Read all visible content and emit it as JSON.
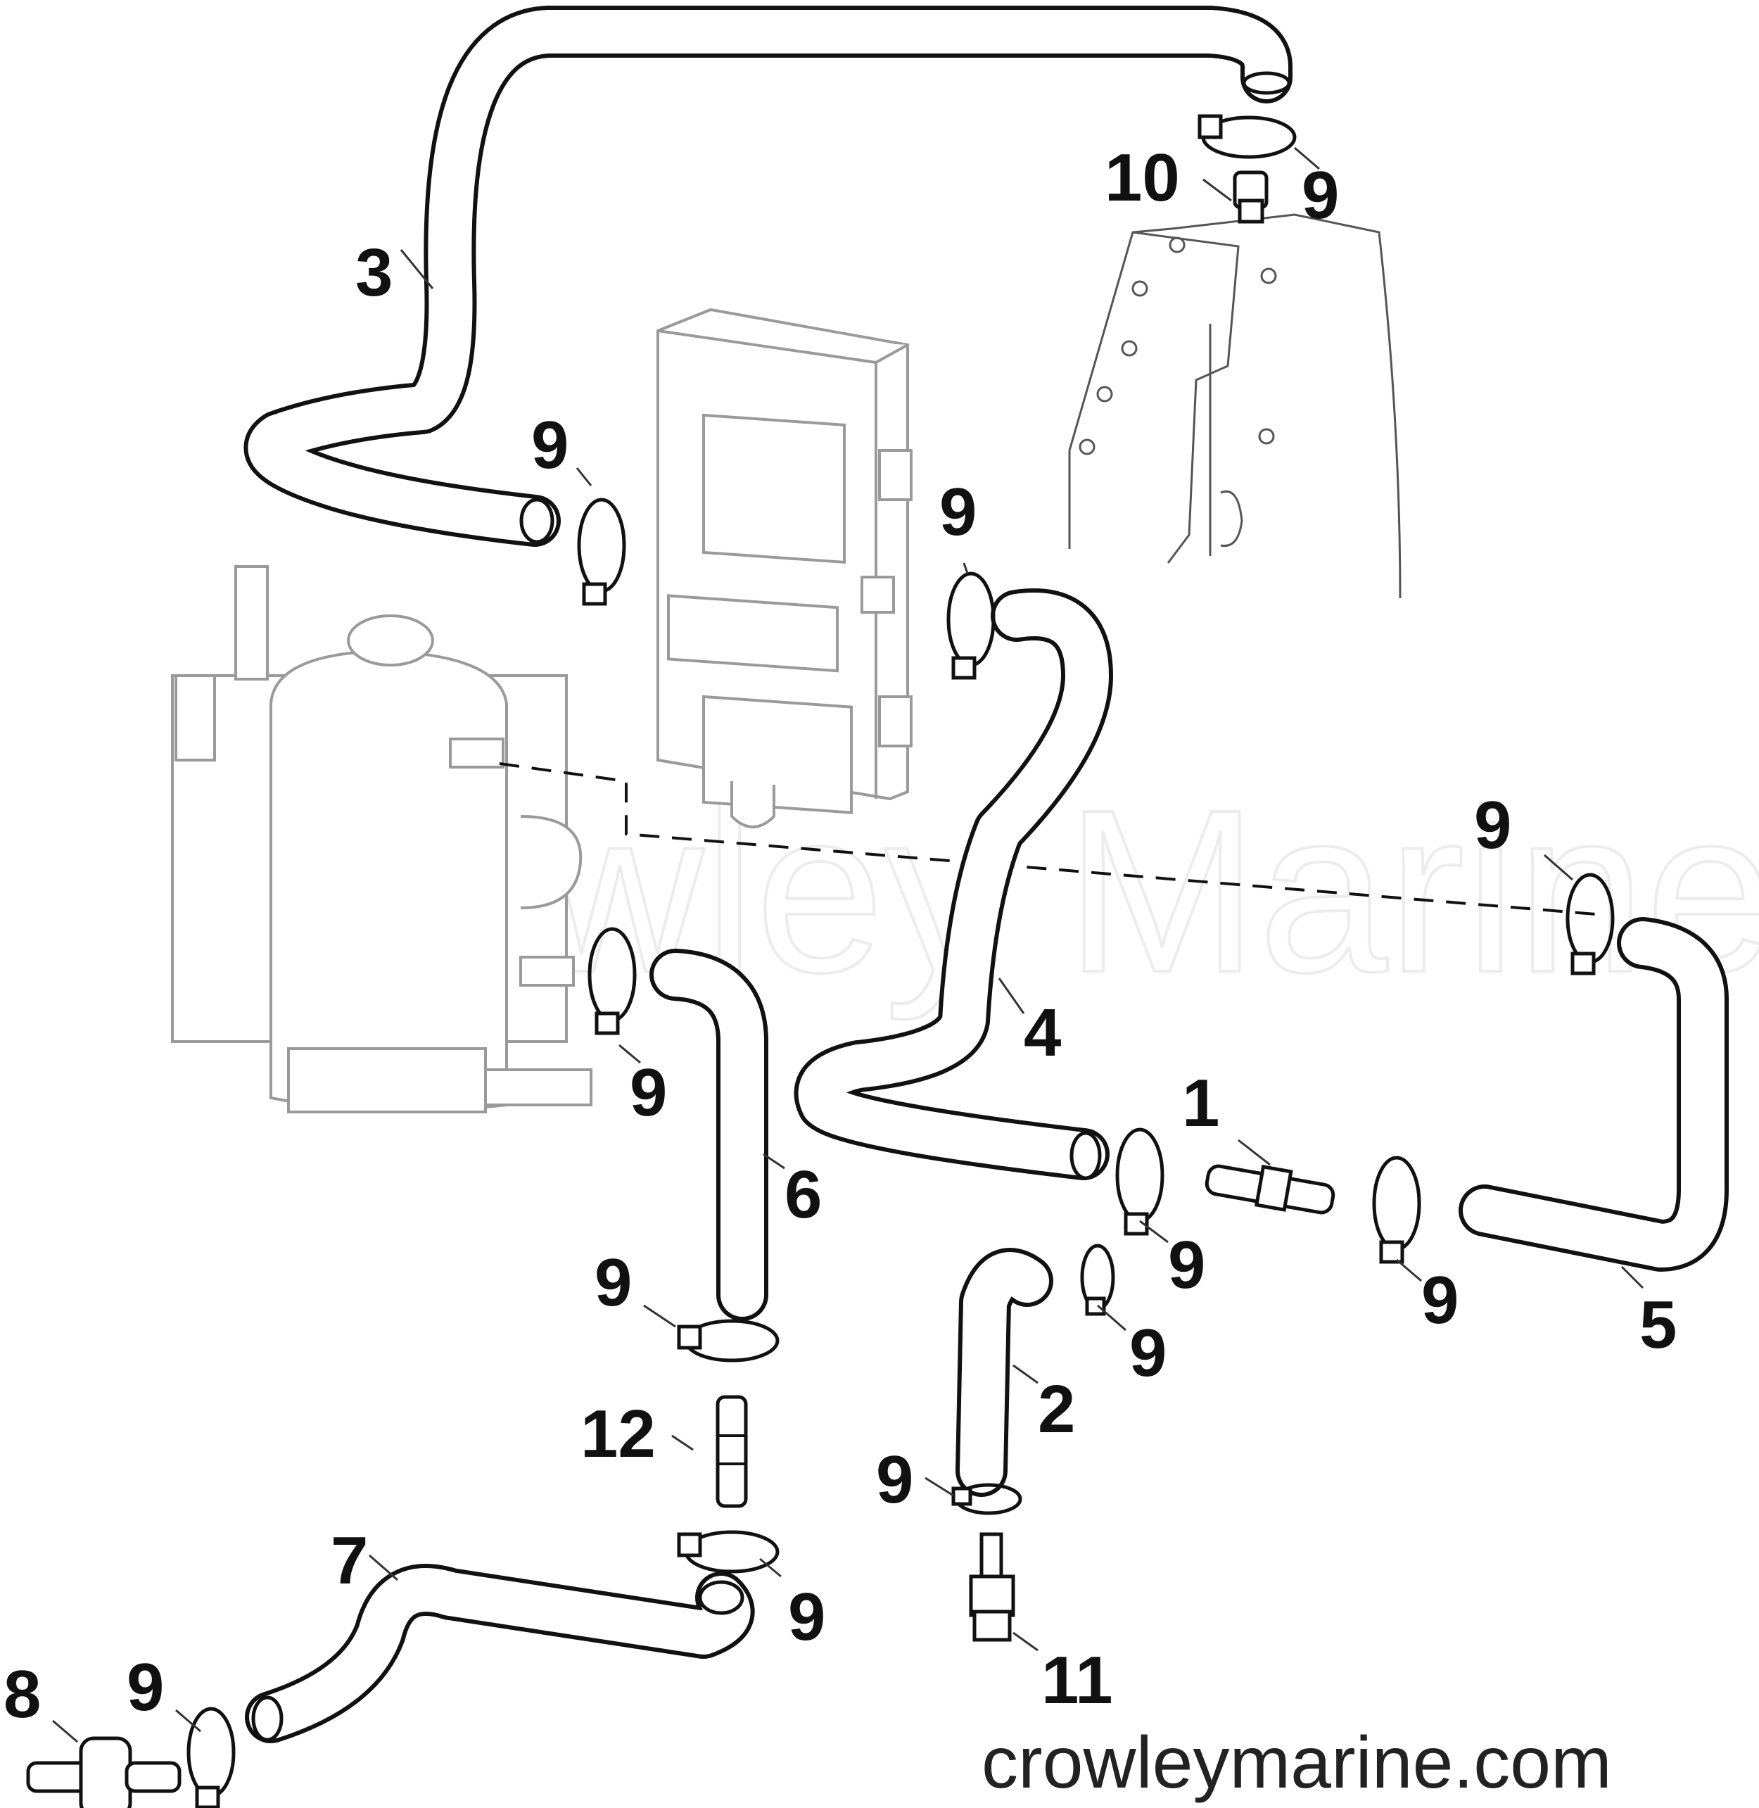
{
  "watermark": "Crowley Marine",
  "website": "crowleymarine.com",
  "callouts": [
    {
      "id": "1",
      "label": "1"
    },
    {
      "id": "2",
      "label": "2"
    },
    {
      "id": "3",
      "label": "3"
    },
    {
      "id": "4",
      "label": "4"
    },
    {
      "id": "5",
      "label": "5"
    },
    {
      "id": "6",
      "label": "6"
    },
    {
      "id": "7",
      "label": "7"
    },
    {
      "id": "8",
      "label": "8"
    },
    {
      "id": "9a",
      "label": "9"
    },
    {
      "id": "9b",
      "label": "9"
    },
    {
      "id": "9c",
      "label": "9"
    },
    {
      "id": "9d",
      "label": "9"
    },
    {
      "id": "9e",
      "label": "9"
    },
    {
      "id": "9f",
      "label": "9"
    },
    {
      "id": "9g",
      "label": "9"
    },
    {
      "id": "9h",
      "label": "9"
    },
    {
      "id": "9i",
      "label": "9"
    },
    {
      "id": "9j",
      "label": "9"
    },
    {
      "id": "9k",
      "label": "9"
    },
    {
      "id": "9l",
      "label": "9"
    },
    {
      "id": "10",
      "label": "10"
    },
    {
      "id": "11",
      "label": "11"
    },
    {
      "id": "12",
      "label": "12"
    }
  ]
}
